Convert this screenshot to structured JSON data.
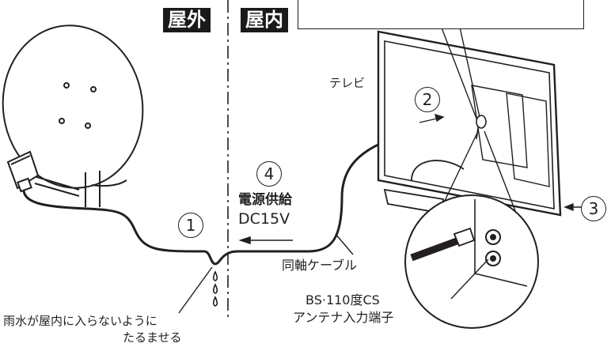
{
  "zones": {
    "outdoor": "屋外",
    "indoor": "屋内"
  },
  "labels": {
    "tv": "テレビ",
    "power_supply": "電源供給",
    "dc_voltage": "DC15V",
    "coax_cable": "同軸ケーブル",
    "bs_terminal_line1": "BS·110度CS",
    "bs_terminal_line2": "アンテナ入力端子",
    "rain_note_line1": "雨水が屋内に入らないように",
    "rain_note_line2": "たるませる"
  },
  "steps": [
    "1",
    "2",
    "3",
    "4"
  ],
  "colors": {
    "line": "#231f20",
    "tag_bg": "#1a1a1a",
    "tag_text": "#ffffff"
  }
}
